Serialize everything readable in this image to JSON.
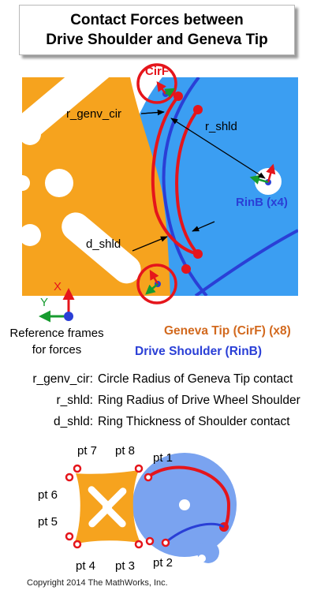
{
  "title": {
    "line1": "Contact Forces between",
    "line2": "Drive Shoulder and Geneva Tip"
  },
  "labels": {
    "cirf": "CirF",
    "r_genv_cir": "r_genv_cir",
    "r_shld": "r_shld",
    "d_shld": "d_shld",
    "rinb": "RinB (x4)",
    "axis_x": "X",
    "axis_y": "Y"
  },
  "reference_text": {
    "line1": "Reference frames",
    "line2": "for forces"
  },
  "legend": {
    "geneva_tip": "Geneva Tip (CirF) (x8)",
    "drive_shoulder": "Drive Shoulder (RinB)"
  },
  "definitions": [
    {
      "key": "r_genv_cir:",
      "value": "Circle Radius of Geneva Tip contact"
    },
    {
      "key": "r_shld:",
      "value": "Ring Radius of Drive Wheel Shoulder"
    },
    {
      "key": "d_shld:",
      "value": "Ring Thickness of Shoulder contact"
    }
  ],
  "points": {
    "pt1": "pt 1",
    "pt2": "pt 2",
    "pt3": "pt 3",
    "pt4": "pt 4",
    "pt5": "pt 5",
    "pt6": "pt 6",
    "pt7": "pt 7",
    "pt8": "pt 8"
  },
  "copyright": "Copyright 2014 The MathWorks, Inc.",
  "colors": {
    "orange": "#f6a31e",
    "blue": "#3b9ef2",
    "lightblue": "#7aa3f0",
    "red": "#e5151b",
    "darkblue": "#2a3fd6",
    "legend_orange": "#d2691e",
    "legend_blue": "#2a3fd6",
    "green": "#179b2f"
  }
}
